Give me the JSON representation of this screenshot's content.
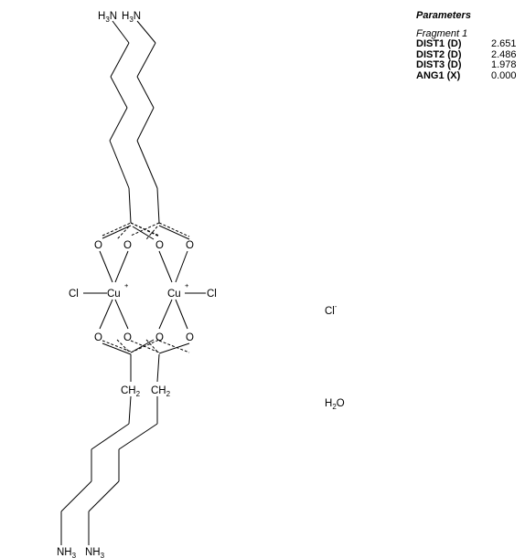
{
  "structure": {
    "amine_top_left": "H3N",
    "amine_top_right": "H3N",
    "amine_bottom_left": "NH3",
    "amine_bottom_right": "NH3",
    "methylene_left": "CH2",
    "methylene_right": "CH2",
    "oxygen": "O",
    "copper": "Cu",
    "copper_charge": "+",
    "chlorine": "Cl",
    "chloride_ion": "Cl",
    "chloride_charge": "-",
    "water": "H2O"
  },
  "parameters": {
    "title": "Parameters",
    "fragment": "Fragment 1",
    "rows": [
      {
        "label": "DIST1 (D)",
        "value": "2.651"
      },
      {
        "label": "DIST2 (D)",
        "value": "2.486"
      },
      {
        "label": "DIST3 (D)",
        "value": "1.978"
      },
      {
        "label": "ANG1  (X)",
        "value": "0.000"
      }
    ]
  }
}
